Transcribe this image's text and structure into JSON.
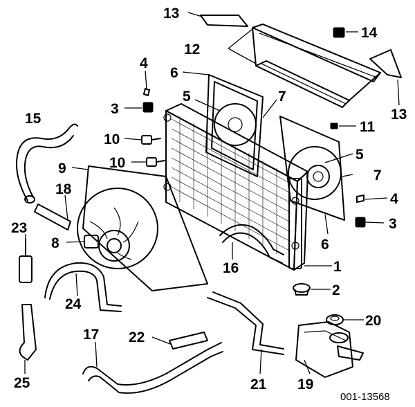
{
  "diagram": {
    "reference_number": "001-13568",
    "callouts": [
      {
        "id": "c13a",
        "label": "13"
      },
      {
        "id": "c14",
        "label": "14"
      },
      {
        "id": "c12",
        "label": "12"
      },
      {
        "id": "c4a",
        "label": "4"
      },
      {
        "id": "c6a",
        "label": "6"
      },
      {
        "id": "c5a",
        "label": "5"
      },
      {
        "id": "c7a",
        "label": "7"
      },
      {
        "id": "c13b",
        "label": "13"
      },
      {
        "id": "c3a",
        "label": "3"
      },
      {
        "id": "c15",
        "label": "15"
      },
      {
        "id": "c10a",
        "label": "10"
      },
      {
        "id": "c11",
        "label": "11"
      },
      {
        "id": "c10b",
        "label": "10"
      },
      {
        "id": "c5b",
        "label": "5"
      },
      {
        "id": "c9",
        "label": "9"
      },
      {
        "id": "c7b",
        "label": "7"
      },
      {
        "id": "c18",
        "label": "18"
      },
      {
        "id": "c4b",
        "label": "4"
      },
      {
        "id": "c23",
        "label": "23"
      },
      {
        "id": "c3b",
        "label": "3"
      },
      {
        "id": "c8",
        "label": "8"
      },
      {
        "id": "c6b",
        "label": "6"
      },
      {
        "id": "c16",
        "label": "16"
      },
      {
        "id": "c1",
        "label": "1"
      },
      {
        "id": "c2",
        "label": "2"
      },
      {
        "id": "c24",
        "label": "24"
      },
      {
        "id": "c20",
        "label": "20"
      },
      {
        "id": "c17",
        "label": "17"
      },
      {
        "id": "c22",
        "label": "22"
      },
      {
        "id": "c25",
        "label": "25"
      },
      {
        "id": "c21",
        "label": "21"
      },
      {
        "id": "c19",
        "label": "19"
      }
    ]
  }
}
